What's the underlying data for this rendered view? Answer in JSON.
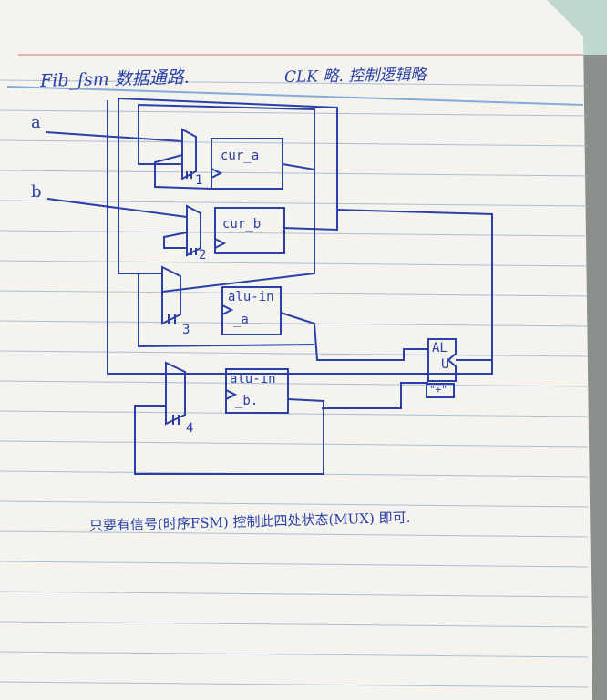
{
  "notebook": {
    "title": "Fib_fsm 数据通路.",
    "clk_note": "CLK 略. 控制逻辑略",
    "inputs": [
      "a",
      "b"
    ],
    "registers": [
      "cur_a",
      "cur_b",
      "alu-in",
      "_a",
      "alu-in",
      "_b."
    ],
    "alu": [
      "AL",
      "U",
      "\"+\""
    ],
    "mux_numbers": [
      "1",
      "2",
      "3",
      "4"
    ],
    "footer_note": "只要有信号(时序FSM) 控制此四处状态(MUX) 即可.",
    "colors": {
      "ink": "#2a3fa8",
      "paper": "#f4f3ee",
      "rule": "#9ab3c9",
      "margin": "#d98a8a"
    }
  }
}
